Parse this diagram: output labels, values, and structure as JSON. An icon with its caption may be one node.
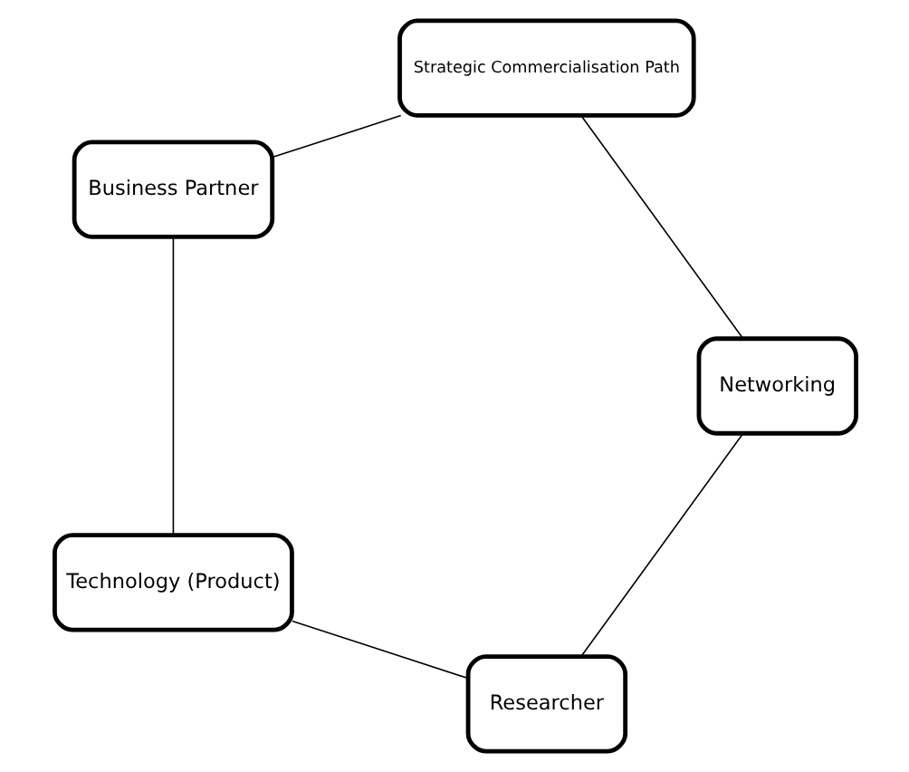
{
  "diagram": {
    "nodes": [
      {
        "text": [
          "Researcher"
        ]
      },
      {
        "text": [
          "Technology (Product)"
        ]
      },
      {
        "text": [
          "Business Partner"
        ]
      },
      {
        "text": [
          "Strategic Commercialisation Path"
        ]
      },
      {
        "text": [
          "Networking"
        ]
      }
    ],
    "edges": [
      {
        "from": 0,
        "to": 1,
        "arrow": "none"
      },
      {
        "from": 1,
        "to": 2,
        "arrow": "none"
      },
      {
        "from": 2,
        "to": 3,
        "arrow": "none"
      },
      {
        "from": 3,
        "to": 4,
        "arrow": "none"
      },
      {
        "from": 4,
        "to": 0,
        "arrow": "none"
      }
    ]
  }
}
